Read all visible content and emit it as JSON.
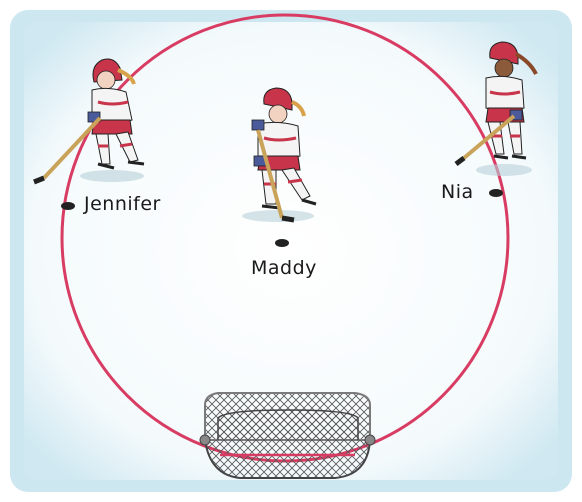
{
  "players": [
    {
      "name": "Jennifer"
    },
    {
      "name": "Maddy"
    },
    {
      "name": "Nia"
    }
  ],
  "colors": {
    "ice": "#d4ecf3",
    "ice_edge": "#a9d4e3",
    "circle": "#d83c63",
    "jersey_red": "#c8344a",
    "jersey_white": "#f4f4f4",
    "jersey_blue": "#4a5a9a",
    "hair": "#d8a24a",
    "stick": "#c9a35a",
    "puck": "#222222",
    "net_frame": "#8a8a8a"
  },
  "icons": [
    "hockey-player",
    "puck",
    "hockey-net"
  ]
}
